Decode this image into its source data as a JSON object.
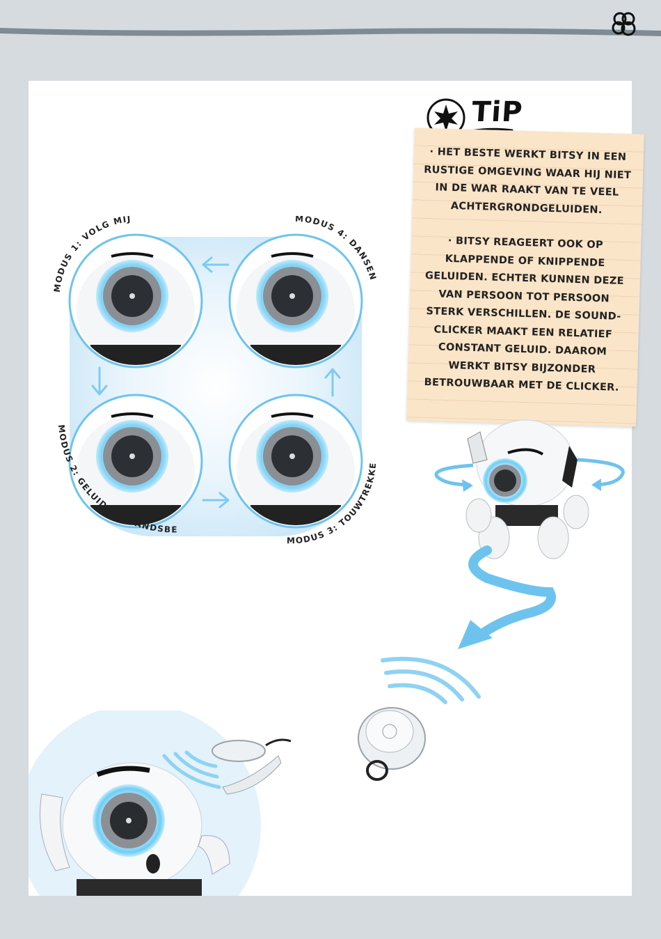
{
  "header": {
    "logo_icon": "bitsy-logo-icon"
  },
  "modes": [
    {
      "label": "MODUS 1: VOLG MIJ"
    },
    {
      "label": "MODUS 4: DANSEN"
    },
    {
      "label": "MODUS 2: GELUIDSAFSTANDSBEDIENING"
    },
    {
      "label": "MODUS 3: TOUWTREKKEN"
    }
  ],
  "tip": {
    "title": "TiP",
    "icon": "star-icon",
    "paragraphs": [
      "· Het beste werkt Bitsy in een rustige omgeving waar hij niet in de war raakt van te veel achtergrondgeluiden.",
      "· Bitsy reageert ook op klappende of knippende geluiden. Echter kunnen deze van persoon tot persoon sterk verschillen. De sound-clicker maakt een relatief constant geluid. Daarom werkt Bitsy bijzonder betrouwbaar met de clicker."
    ]
  },
  "colors": {
    "accent_blue": "#6ec3ee",
    "header_gray": "#7f8a92",
    "note_paper": "#fbe5c8"
  }
}
